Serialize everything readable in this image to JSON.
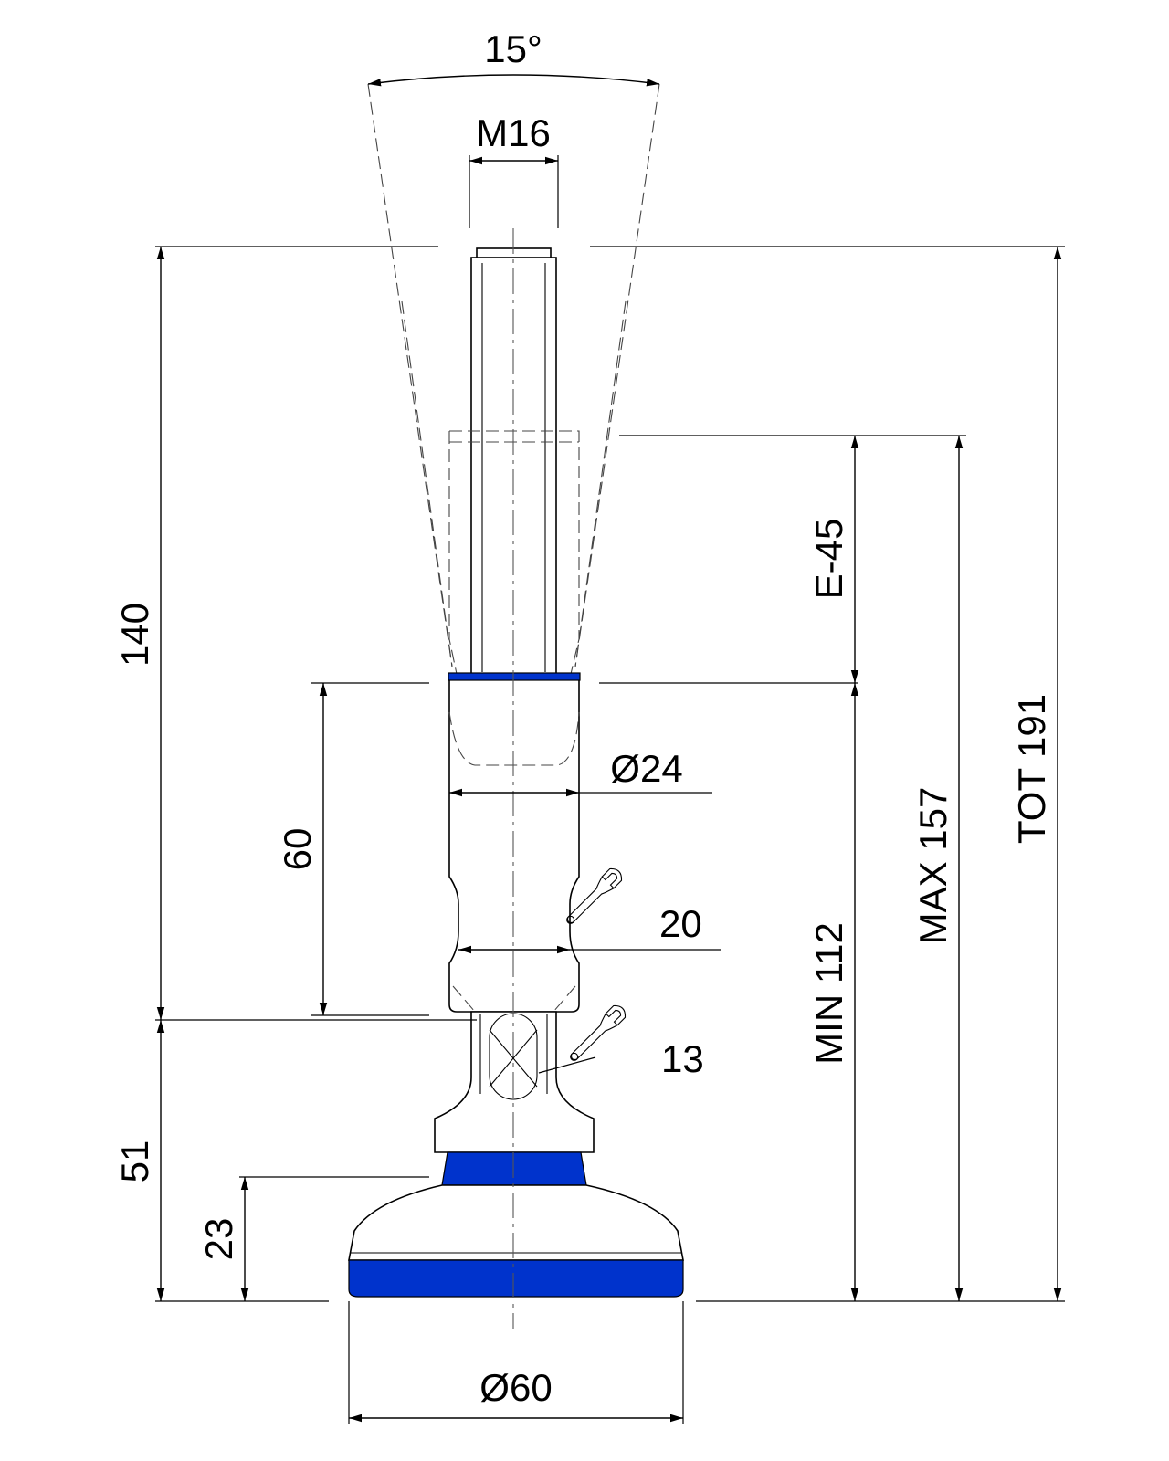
{
  "labels": {
    "angle": "15°",
    "thread": "M16",
    "height_140": "140",
    "e45": "E-45",
    "tot191": "TOT 191",
    "max157": "MAX 157",
    "min112": "MIN 112",
    "height_60": "60",
    "diameter_24": "Ø24",
    "wrench_20": "20",
    "wrench_13": "13",
    "height_51": "51",
    "height_23": "23",
    "diameter_60": "Ø60"
  },
  "colors": {
    "line": "#000000",
    "accent_blue": "#0033cc"
  }
}
